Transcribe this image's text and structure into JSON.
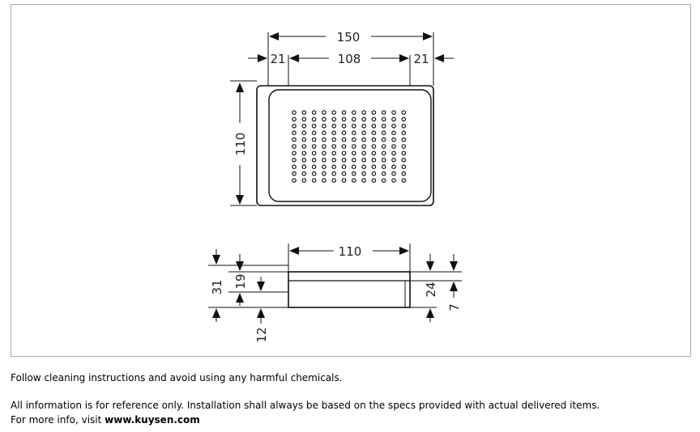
{
  "drawing": {
    "top_view": {
      "overall_width": "150",
      "inner_width": "108",
      "side_left": "21",
      "side_right": "21",
      "depth": "110"
    },
    "side_view": {
      "width": "110",
      "total_height": "31",
      "height_a": "19",
      "height_b": "12",
      "height_right": "24",
      "height_lip": "7"
    }
  },
  "notes": {
    "cleaning": "Follow cleaning instructions and avoid using any harmful chemicals.",
    "disclaimer": "All information is for reference only. Installation shall always be based on the specs provided with actual delivered items.",
    "more_info_prefix": "For more info, visit ",
    "website": "www.kuysen.com"
  }
}
